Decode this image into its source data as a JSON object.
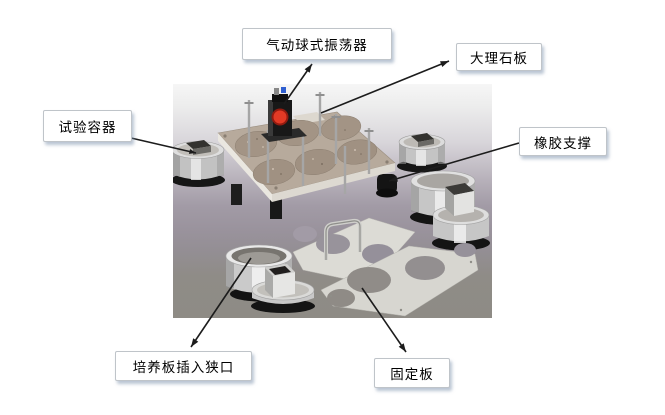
{
  "labels": {
    "oscillator": "气动球式振荡器",
    "marble_plate": "大理石板",
    "test_container": "试验容器",
    "rubber_support": "橡胶支撑",
    "plate_slot": "培养板插入狭口",
    "fixing_plate": "固定板"
  },
  "colors": {
    "arrow": "#1c1c1c",
    "label_border": "#bfc4c9",
    "vibrator_red": "#d93222",
    "vibrator_body": "#181818",
    "air_cap_blue": "#2f5fd0",
    "marble": "#b7aa9c",
    "metal": "#c6c6c6",
    "photo_bg_top": "#f6f6f6",
    "photo_bg_mid": "#a29ba6",
    "photo_bg_bottom": "#8e8b85"
  }
}
